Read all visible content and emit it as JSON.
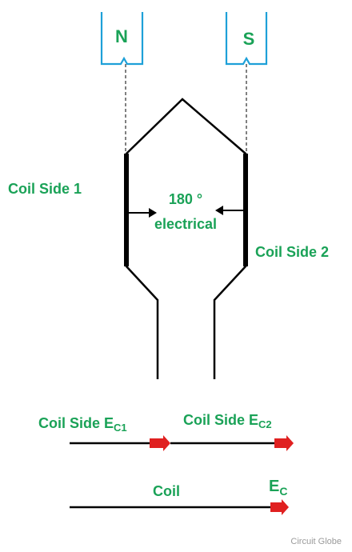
{
  "poles": {
    "north": "N",
    "south": "S"
  },
  "coil": {
    "side1_label": "Coil Side 1",
    "side2_label": "Coil Side 2",
    "angle_value": "180 °",
    "angle_unit": "electrical"
  },
  "emf": {
    "row1_left_prefix": "Coil Side E",
    "row1_left_sub": "C1",
    "row1_right_prefix": "Coil Side E",
    "row1_right_sub": "C2",
    "row2_label": "Coil",
    "row2_emf_prefix": "E",
    "row2_emf_sub": "C"
  },
  "watermark": "Circuit Globe",
  "colors": {
    "label_green": "#1aa257",
    "pole_blue": "#1ea0d8",
    "arrow_red": "#e02020",
    "line_black": "#000000"
  }
}
